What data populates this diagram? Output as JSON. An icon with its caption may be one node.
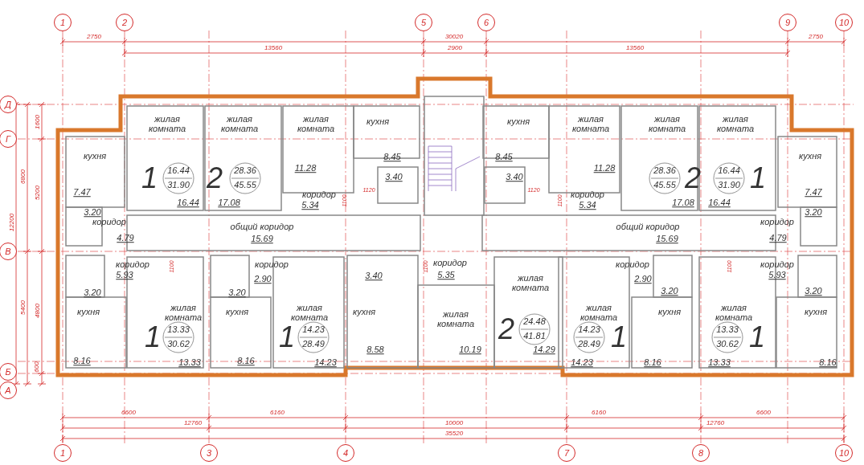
{
  "diagram": {
    "labels": [
      "1",
      "2",
      "5",
      "6",
      "9",
      "10",
      "2750",
      "30020",
      "2750",
      "13560",
      "2900",
      "13560",
      "Д",
      "1600",
      "Г",
      "6800",
      "5200",
      "12200",
      "В",
      "5400",
      "4800",
      "600",
      "Б",
      "А",
      "жилая комната",
      "жилая комната",
      "жилая комната",
      "кухня",
      "кухня",
      "жилая комната",
      "жилая комната",
      "жилая комната",
      "кухня",
      "8.45",
      "8.45",
      "кухня",
      "11.28",
      "11.28",
      "1",
      "16.44",
      "31.90",
      "2",
      "28.36",
      "45.55",
      "3.40",
      "3.40",
      "28.36",
      "45.55",
      "2",
      "16.44",
      "31.90",
      "1",
      "7.47",
      "коридор",
      "1100",
      "1120",
      "1120",
      "1100",
      "коридор",
      "7.47",
      "16.44",
      "17.08",
      "5.34",
      "5.34",
      "17.08",
      "16.44",
      "3.20",
      "3.20",
      "коридор",
      "общий коридор",
      "общий коридор",
      "коридор",
      "4.79",
      "15.69",
      "15.69",
      "4.79",
      "коридор",
      "1100",
      "коридор",
      "1100",
      "коридор",
      "коридор",
      "1100",
      "коридор",
      "5.93",
      "2.90",
      "3.40",
      "5.35",
      "жилая комната",
      "2.90",
      "5.93",
      "3.20",
      "3.20",
      "3.20",
      "3.20",
      "кухня",
      "жилая комната",
      "кухня",
      "жилая комната",
      "кухня",
      "жилая комната",
      "жилая комната",
      "кухня",
      "жилая комната",
      "кухня",
      "1",
      "13.33",
      "30.62",
      "1",
      "14.23",
      "28.49",
      "2",
      "24.48",
      "41.81",
      "14.23",
      "28.49",
      "1",
      "13.33",
      "30.62",
      "1",
      "8.58",
      "10.19",
      "14.29",
      "8.16",
      "13.33",
      "8.16",
      "14.23",
      "14.23",
      "8.16",
      "13.33",
      "8.16",
      "6600",
      "6160",
      "6160",
      "6600",
      "12760",
      "10000",
      "12760",
      "35520",
      "1",
      "3",
      "4",
      "7",
      "8",
      "10"
    ]
  }
}
